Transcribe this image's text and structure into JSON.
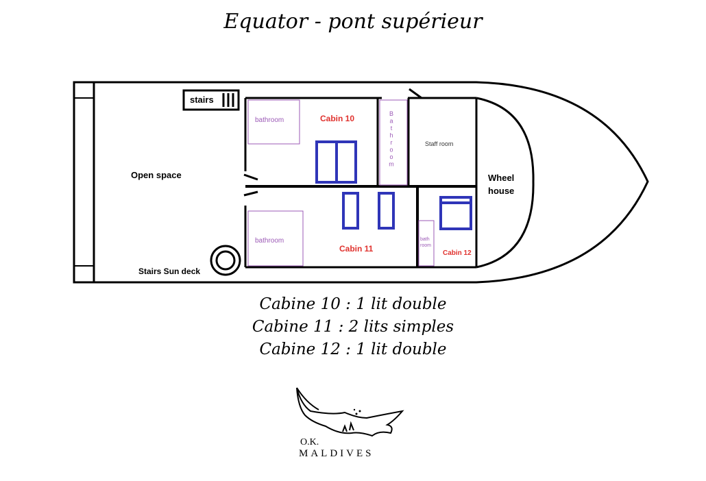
{
  "title": "Equator - pont supérieur",
  "plan": {
    "stairs": "stairs",
    "open_space": "Open space",
    "stairs_sun_deck": "Stairs Sun deck",
    "bathroom_cabin10": "bathroom",
    "cabin10": "Cabin 10",
    "bathroom_vertical": "Bathroom",
    "staff_room": "Staff room",
    "wheel_house_line1": "Wheel",
    "wheel_house_line2": "house",
    "bathroom_cabin11": "bathroom",
    "cabin11": "Cabin 11",
    "bath_small_line1": "bath",
    "bath_small_line2": "room",
    "cabin12": "Cabin 12"
  },
  "captions": [
    "Cabine 10 : 1 lit double",
    "Cabine 11 : 2 lits simples",
    "Cabine 12 : 1 lit double"
  ],
  "logo": {
    "ok": "O.K.",
    "name": "MALDIVES"
  },
  "colors": {
    "cabin_label": "#e0322e",
    "bathroom_label": "#9b59b6",
    "bed": "#2f35b8",
    "wall": "#000000"
  }
}
